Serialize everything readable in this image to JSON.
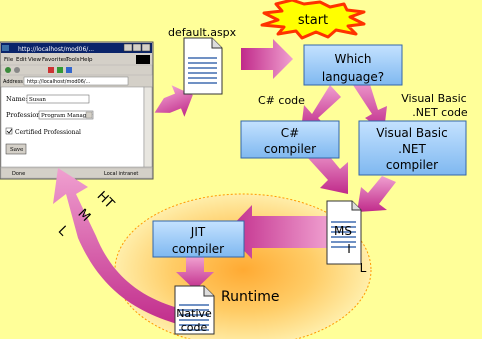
{
  "start_label": "start",
  "file_label": "default.aspx",
  "decision": {
    "line1": "Which",
    "line2": "language?"
  },
  "branch_left": "C# code",
  "branch_right": {
    "line1": "Visual Basic",
    "line2": ".NET code"
  },
  "cs_compiler": {
    "line1": "C#",
    "line2": "compiler"
  },
  "vb_compiler": {
    "line1": "Visual Basic",
    "line2": ".NET",
    "line3": "compiler"
  },
  "msil": {
    "line1": "MS",
    "line2": "I",
    "line3": "L"
  },
  "jit": {
    "line1": "JIT",
    "line2": "compiler"
  },
  "native": {
    "line1": "Native",
    "line2": "code"
  },
  "runtime_label": "Runtime",
  "html_label": {
    "line1": "HT",
    "line2": "M",
    "line3": "L"
  },
  "browser": {
    "title": "http://localhost/mod06/...",
    "menu": [
      "File",
      "Edit",
      "View",
      "Favorites",
      "Tools",
      "Help"
    ],
    "address_label": "Address",
    "address_value": "http://localhost/mod06/...",
    "name_label": "Name:",
    "name_value": "Susan",
    "profession_label": "Profession:",
    "profession_value": "Program Manager",
    "checkbox_label": "Certified Professional",
    "save_label": "Save",
    "status_left": "Done",
    "status_right": "Local intranet"
  },
  "colors": {
    "background": "#ffff99",
    "box_blue": "#99ccff",
    "arrow_magenta": "#cc3399",
    "runtime_orange": "#ffcc66",
    "star_red": "#ff3300",
    "star_yellow": "#ffff00"
  }
}
